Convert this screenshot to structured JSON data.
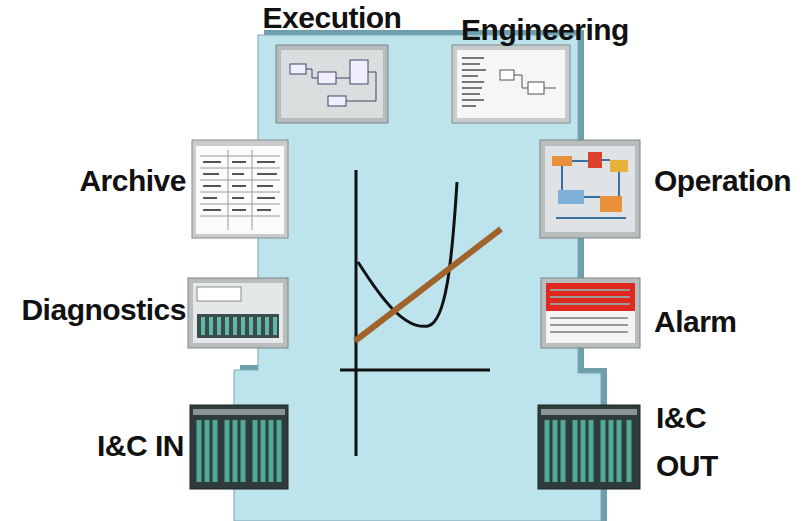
{
  "diagram": {
    "labels": [
      "Execution",
      "Engineering",
      "Archive",
      "Operation",
      "Diagnostics",
      "Alarm",
      "I&C IN",
      "I&C OUT"
    ]
  }
}
